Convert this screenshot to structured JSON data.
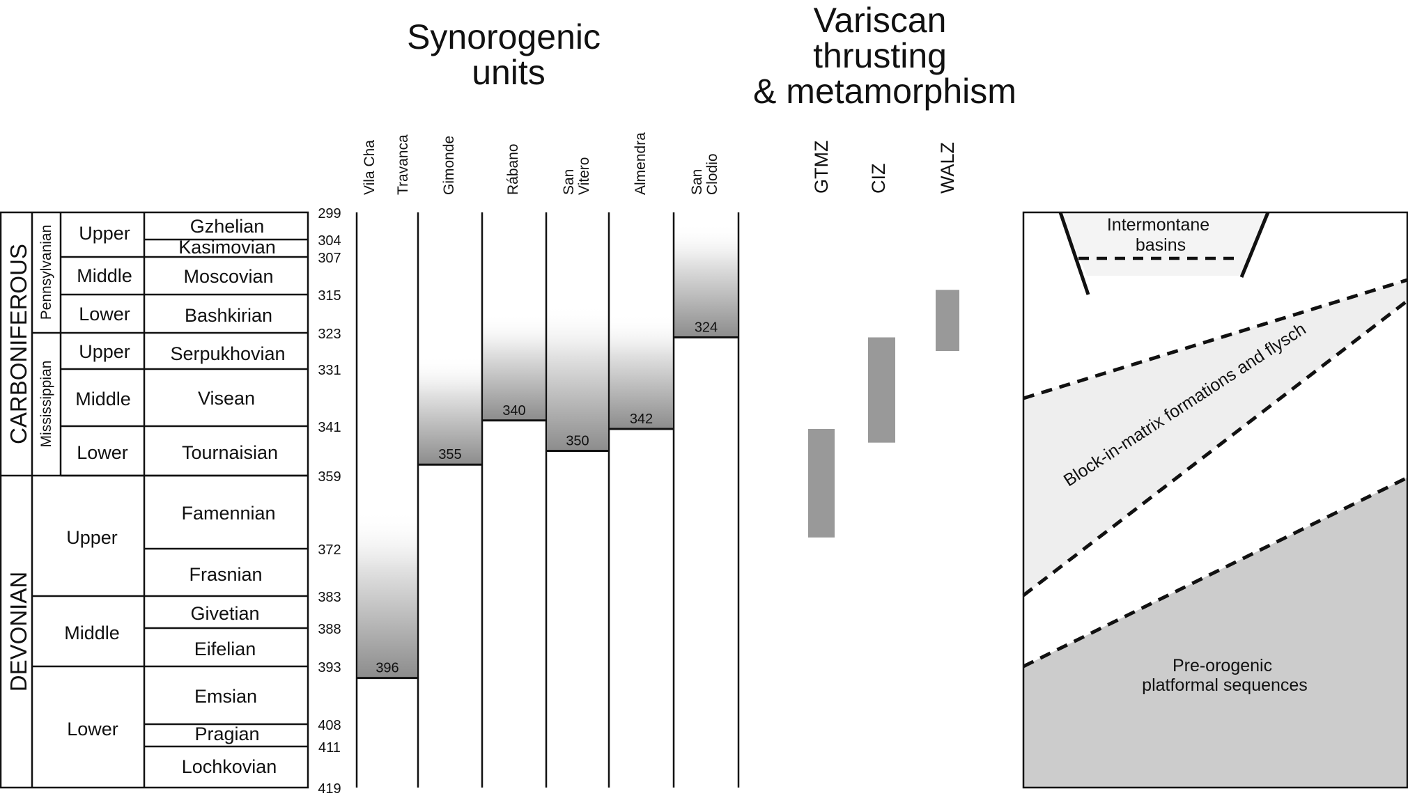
{
  "headings": {
    "synorogenic": [
      "Synorogenic",
      "units"
    ],
    "variscan": [
      "Variscan",
      "thrusting",
      "& metamorphism"
    ]
  },
  "timescale": {
    "systems": [
      {
        "label": "CARBONIFEROUS",
        "top": 299,
        "bottom": 359
      },
      {
        "label": "DEVONIAN",
        "top": 359,
        "bottom": 419
      }
    ],
    "subsystems": [
      {
        "label": "Pennsylvanian",
        "top": 299,
        "bottom": 323
      },
      {
        "label": "Mississippian",
        "top": 323,
        "bottom": 359
      }
    ],
    "series": [
      {
        "label": "Upper",
        "top": 299,
        "bottom": 307
      },
      {
        "label": "Middle",
        "top": 307,
        "bottom": 315
      },
      {
        "label": "Lower",
        "top": 315,
        "bottom": 323
      },
      {
        "label": "Upper",
        "top": 323,
        "bottom": 331
      },
      {
        "label": "Middle",
        "top": 331,
        "bottom": 341
      },
      {
        "label": "Lower",
        "top": 341,
        "bottom": 359
      },
      {
        "label": "Upper",
        "top": 359,
        "bottom": 383
      },
      {
        "label": "Middle",
        "top": 383,
        "bottom": 393
      },
      {
        "label": "Lower",
        "top": 393,
        "bottom": 419
      }
    ],
    "stages": [
      {
        "label": "Gzhelian",
        "top": 299,
        "bottom": 304
      },
      {
        "label": "Kasimovian",
        "top": 304,
        "bottom": 307
      },
      {
        "label": "Moscovian",
        "top": 307,
        "bottom": 315
      },
      {
        "label": "Bashkirian",
        "top": 315,
        "bottom": 323
      },
      {
        "label": "Serpukhovian",
        "top": 323,
        "bottom": 331
      },
      {
        "label": "Visean",
        "top": 331,
        "bottom": 341
      },
      {
        "label": "Tournaisian",
        "top": 341,
        "bottom": 359
      },
      {
        "label": "Famennian",
        "top": 359,
        "bottom": 372
      },
      {
        "label": "Frasnian",
        "top": 372,
        "bottom": 383
      },
      {
        "label": "Givetian",
        "top": 383,
        "bottom": 388
      },
      {
        "label": "Eifelian",
        "top": 388,
        "bottom": 393
      },
      {
        "label": "Emsian",
        "top": 393,
        "bottom": 408
      },
      {
        "label": "Pragian",
        "top": 408,
        "bottom": 411
      },
      {
        "label": "Lochkovian",
        "top": 411,
        "bottom": 419
      }
    ],
    "ages": [
      299,
      304,
      307,
      315,
      323,
      331,
      341,
      359,
      372,
      383,
      388,
      393,
      408,
      411,
      419
    ]
  },
  "synorogenic_units": [
    {
      "label": [
        "Vila Cha"
      ],
      "base_age": 396
    },
    {
      "label": [
        "Travanca"
      ],
      "base_age": 396
    },
    {
      "label": [
        "Gimonde"
      ],
      "base_age": 355
    },
    {
      "label": [
        "Rábano"
      ],
      "base_age": 340
    },
    {
      "label": [
        "San",
        "Vitero"
      ],
      "base_age": 350
    },
    {
      "label": [
        "Almendra"
      ],
      "base_age": 342
    },
    {
      "label": [
        "San",
        "Clodio"
      ],
      "base_age": 324
    }
  ],
  "variscan_zones": [
    {
      "label": "GTMZ",
      "from": 342,
      "to": 370
    },
    {
      "label": "CIZ",
      "from": 324,
      "to": 347
    },
    {
      "label": "WALZ",
      "from": 314,
      "to": 327
    }
  ],
  "panel": {
    "intermontane": [
      "Intermontane",
      "basins"
    ],
    "block": "Block-in-matrix formations and flysch",
    "preorogenic": [
      "Pre-orogenic",
      "platformal sequences"
    ]
  },
  "colors": {
    "line": "#111111",
    "bar": "#999999",
    "gradient_dark": "#909090",
    "wedge": "#eeeeee",
    "base": "#cccccc"
  }
}
